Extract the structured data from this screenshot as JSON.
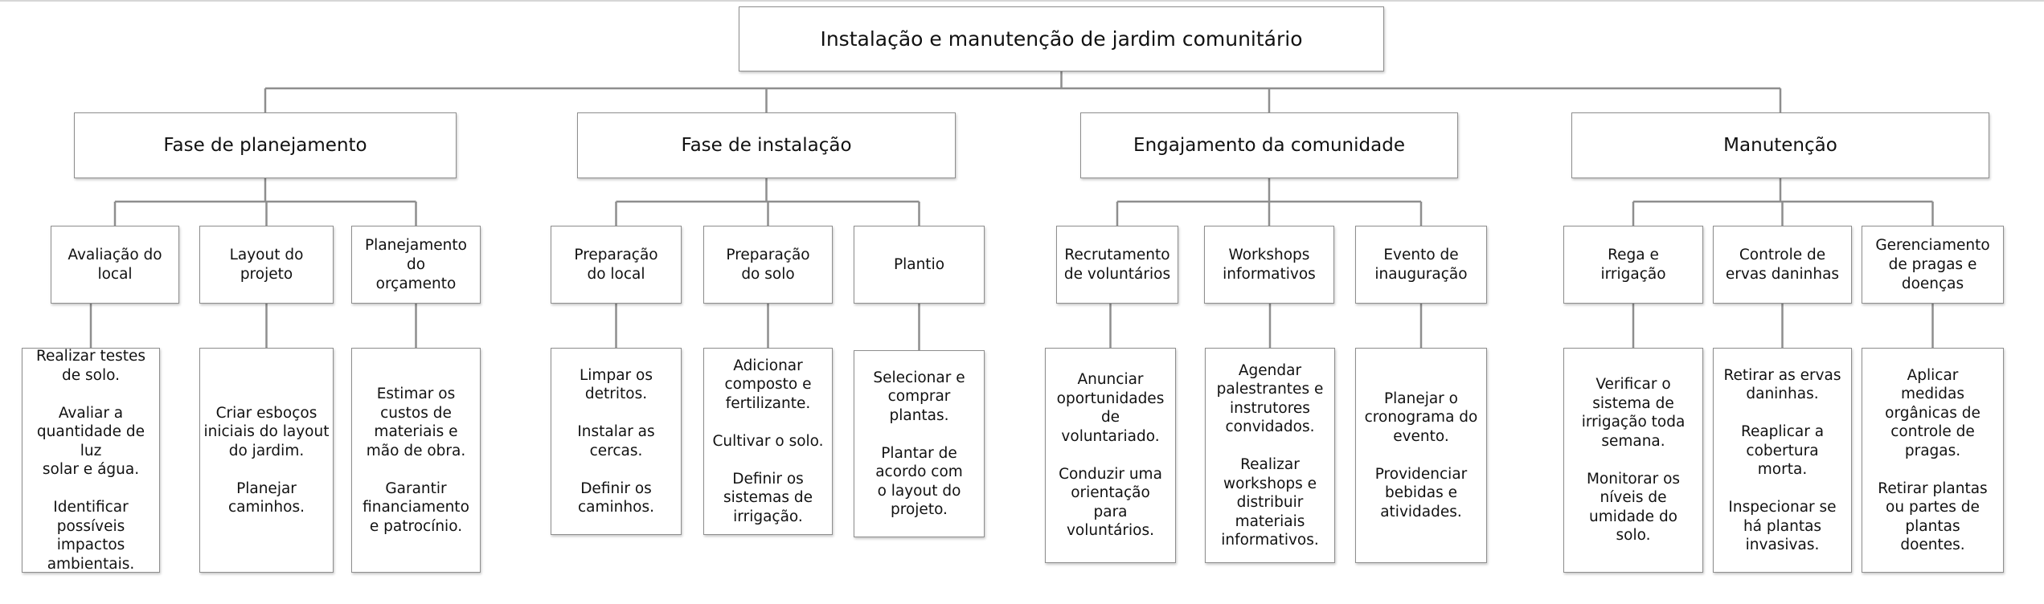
{
  "diagram": {
    "title": "Instalação e manutenção de jardim comunitário",
    "phases": [
      {
        "label": "Fase de planejamento",
        "tasks": [
          {
            "label": "Avaliação do\nlocal",
            "details": "Realizar testes\nde solo.\n\nAvaliar a\nquantidade de luz\nsolar e água.\n\nIdentificar possíveis\nimpactos\nambientais."
          },
          {
            "label": "Layout do\nprojeto",
            "details": "Criar esboços\niniciais do layout\ndo jardim.\n\nPlanejar\ncaminhos."
          },
          {
            "label": "Planejamento\ndo\norçamento",
            "details": "Estimar os\ncustos de\nmateriais e\nmão de obra.\n\nGarantir\nfinanciamento\ne patrocínio."
          }
        ]
      },
      {
        "label": "Fase de instalação",
        "tasks": [
          {
            "label": "Preparação\ndo local",
            "details": "Limpar os\ndetritos.\n\nInstalar as\ncercas.\n\nDefinir os\ncaminhos."
          },
          {
            "label": "Preparação\ndo solo",
            "details": "Adicionar\ncomposto e\nfertilizante.\n\nCultivar o solo.\n\nDefinir os\nsistemas de\nirrigação."
          },
          {
            "label": "Plantio",
            "details": "Selecionar e\ncomprar\nplantas.\n\nPlantar de\nacordo com\no layout do\nprojeto."
          }
        ]
      },
      {
        "label": "Engajamento da comunidade",
        "tasks": [
          {
            "label": "Recrutamento\nde voluntários",
            "details": "Anunciar\noportunidades\nde\nvoluntariado.\n\nConduzir uma\norientação\npara\nvoluntários."
          },
          {
            "label": "Workshops\ninformativos",
            "details": "Agendar\npalestrantes e\ninstrutores\nconvidados.\n\nRealizar\nworkshops e\ndistribuir\nmateriais\ninformativos."
          },
          {
            "label": "Evento de\ninauguração",
            "details": "Planejar o\ncronograma do\nevento.\n\nProvidenciar\nbebidas e\natividades."
          }
        ]
      },
      {
        "label": "Manutenção",
        "tasks": [
          {
            "label": "Rega e\nirrigação",
            "details": "Verificar o\nsistema de\nirrigação toda\nsemana.\n\nMonitorar os\nníveis de\numidade do\nsolo."
          },
          {
            "label": "Controle de\nervas daninhas",
            "details": "Retirar as ervas\ndaninhas.\n\nReaplicar a\ncobertura\nmorta.\n\nInspecionar se\nhá plantas\ninvasivas."
          },
          {
            "label": "Gerenciamento\nde pragas e\ndoenças",
            "details": "Aplicar\nmedidas\norgânicas de\ncontrole de\npragas.\n\nRetirar plantas\nou partes de\nplantas\ndoentes."
          }
        ]
      }
    ]
  },
  "colors": {
    "connector": "#8e8e8e",
    "box_border": "#8e8e8e",
    "text": "#111111",
    "background": "#ffffff"
  }
}
